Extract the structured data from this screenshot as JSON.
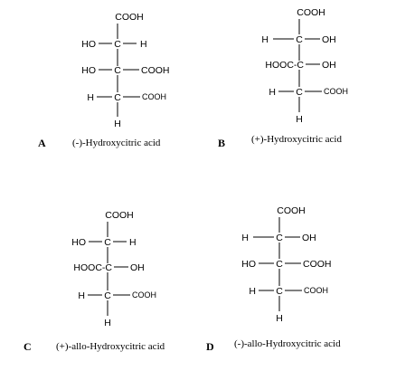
{
  "structures": [
    {
      "letter": "A",
      "caption": "(-)-Hydroxycitric acid",
      "top": "COOH",
      "bottom": "H",
      "rows": [
        {
          "left": "HO",
          "center": "C",
          "right": "H"
        },
        {
          "left": "HO",
          "center": "C",
          "right": "COOH"
        },
        {
          "left": "H",
          "center": "C",
          "right": "COOH"
        }
      ]
    },
    {
      "letter": "B",
      "caption": "(+)-Hydroxycitric acid",
      "top": "COOH",
      "bottom": "H",
      "rows": [
        {
          "left": "H",
          "center": "C",
          "right": "OH"
        },
        {
          "left": "HOOC-C",
          "center": "",
          "right": "OH"
        },
        {
          "left": "H",
          "center": "C",
          "right": "COOH"
        }
      ]
    },
    {
      "letter": "C",
      "caption": "(+)-allo-Hydroxycitric acid",
      "top": "COOH",
      "bottom": "H",
      "rows": [
        {
          "left": "HO",
          "center": "C",
          "right": "H"
        },
        {
          "left": "HOOC-C",
          "center": "",
          "right": "OH"
        },
        {
          "left": "H",
          "center": "C",
          "right": "COOH"
        }
      ]
    },
    {
      "letter": "D",
      "caption": "(-)-allo-Hydroxycitric acid",
      "top": "COOH",
      "bottom": "H",
      "rows": [
        {
          "left": "H",
          "center": "C",
          "right": "OH"
        },
        {
          "left": "HO",
          "center": "C",
          "right": "COOH"
        },
        {
          "left": "H",
          "center": "C",
          "right": "COOH"
        }
      ]
    }
  ]
}
